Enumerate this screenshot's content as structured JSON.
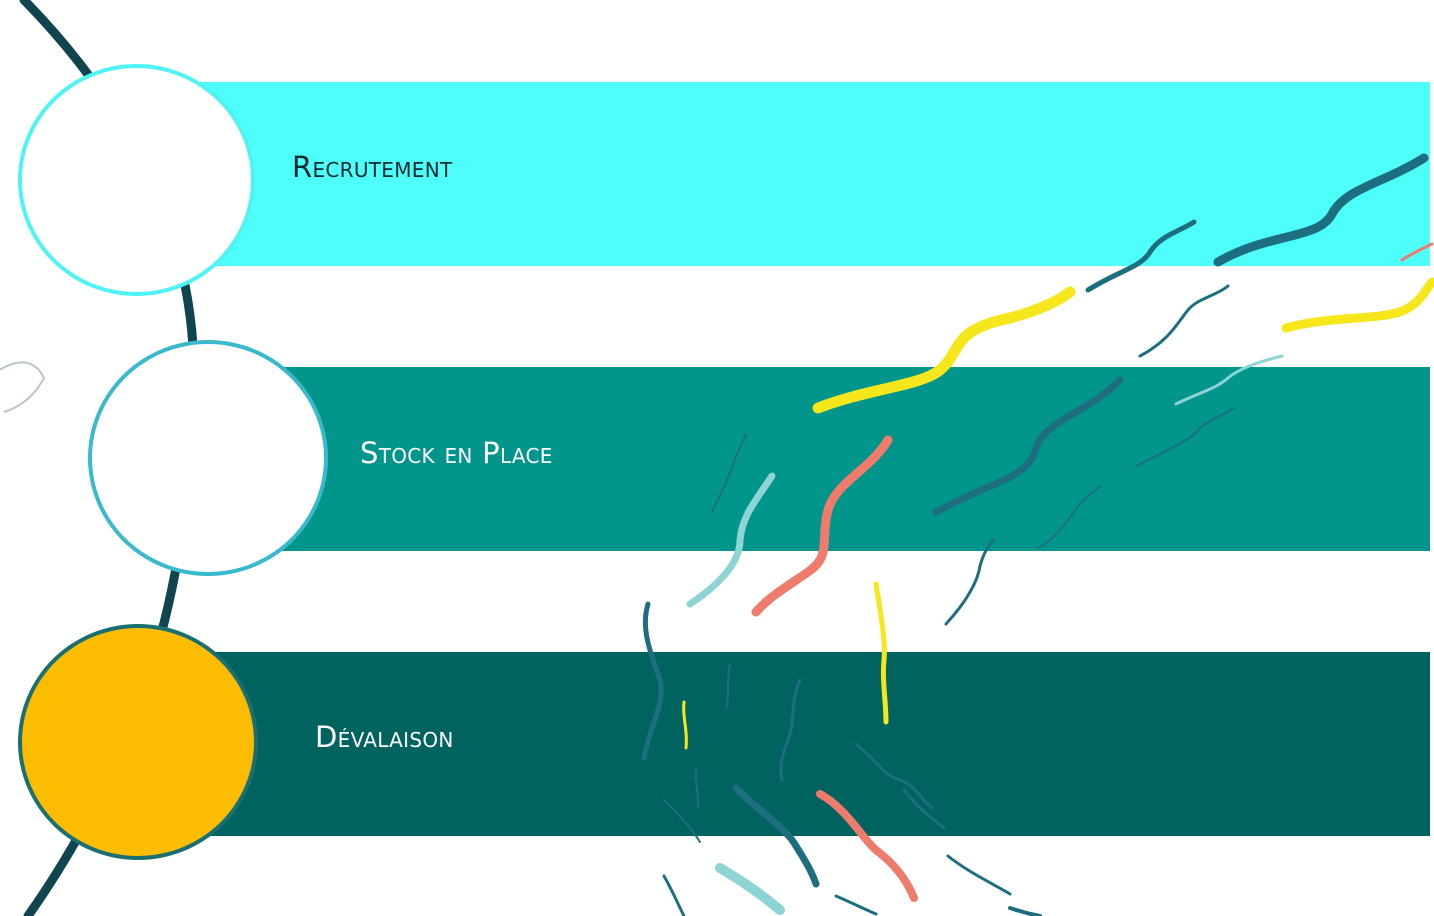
{
  "colors": {
    "band_recrutement": "#4dfefa",
    "band_stock": "#01958c",
    "band_devalaison": "#00635f",
    "circle_fill_active": "#fcbd00",
    "arc": "#10454f",
    "eel_dark": "#1d6f80",
    "eel_light": "#8ed4d4",
    "eel_yellow": "#f6e61c",
    "eel_coral": "#ee7b6b"
  },
  "steps": [
    {
      "label": "Recrutement",
      "color": "#4dfefa",
      "active": false
    },
    {
      "label": "Stock en Place",
      "color": "#01958c",
      "active": false
    },
    {
      "label": "Dévalaison",
      "color": "#00635f",
      "active": true
    }
  ],
  "decoration": "eels-icon"
}
